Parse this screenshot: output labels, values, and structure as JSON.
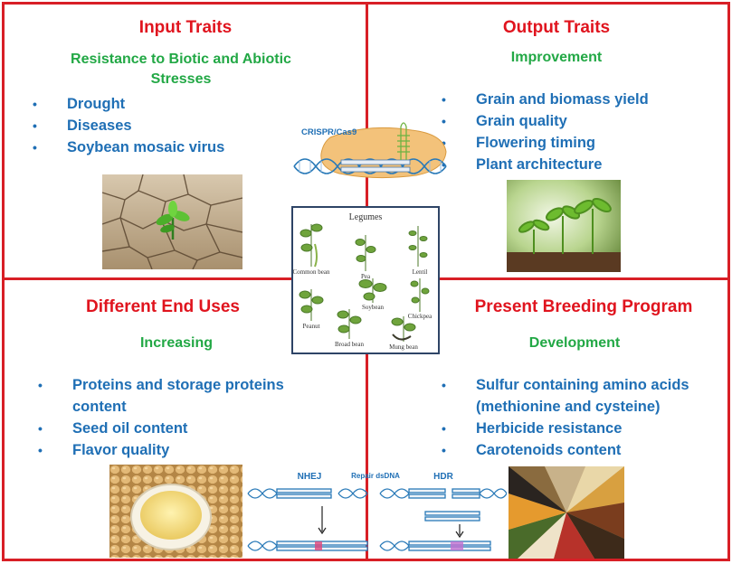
{
  "quadrants": {
    "input": {
      "title": "Input Traits",
      "subtitle": "Resistance to Biotic and Abiotic Stresses",
      "items": [
        "Drought",
        "Diseases",
        "Soybean mosaic virus"
      ]
    },
    "output": {
      "title": "Output Traits",
      "subtitle": "Improvement",
      "items": [
        "Grain and biomass yield",
        "Grain quality",
        "Flowering timing",
        "Plant architecture"
      ]
    },
    "enduses": {
      "title": "Different End Uses",
      "subtitle": "Increasing",
      "items": [
        "Proteins and storage proteins content",
        "Seed oil content",
        "Flavor quality"
      ]
    },
    "breeding": {
      "title": "Present Breeding Program",
      "subtitle": "Development",
      "items": [
        "Sulfur containing amino acids (methionine and cysteine)",
        "Herbicide resistance",
        "Carotenoids content"
      ]
    }
  },
  "crispr": {
    "label": "CRISPR/Cas9"
  },
  "legumes": {
    "title": "Legumes",
    "plants": [
      "Common bean",
      "Pea",
      "Lentil",
      "Peanut",
      "Soybean",
      "Chickpea",
      "Broad bean",
      "Mung bean"
    ]
  },
  "repair": {
    "nhej": "NHEJ",
    "repair": "Repair dsDNA",
    "hdr": "HDR"
  },
  "colors": {
    "border": "#d81f26",
    "title": "#e0141e",
    "subtitle": "#22a845",
    "items": "#1f6fb5"
  }
}
